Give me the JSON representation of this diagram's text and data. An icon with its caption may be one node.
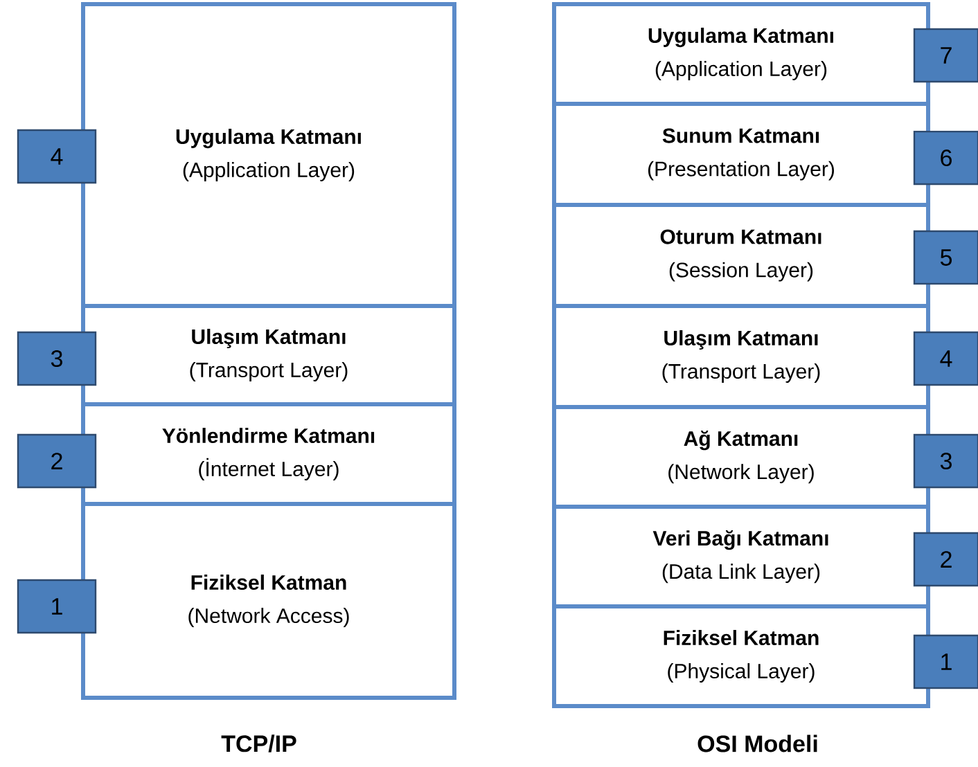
{
  "diagram": {
    "nodes": [
      {
        "text": [
          "Uygulama Katmanı",
          "(Application Layer)"
        ]
      },
      {
        "text": [
          "4"
        ]
      },
      {
        "text": [
          "Ulaşım Katmanı",
          "(Transport Layer)"
        ]
      },
      {
        "text": [
          "3"
        ]
      },
      {
        "text": [
          "Yönlendirme Katmanı",
          "(İnternet Layer)"
        ]
      },
      {
        "text": [
          "2"
        ]
      },
      {
        "text": [
          "Fiziksel Katman",
          "(Network Access)"
        ]
      },
      {
        "text": [
          "1"
        ]
      },
      {
        "text": [
          "Uygulama Katmanı",
          "(Application Layer)"
        ]
      },
      {
        "text": [
          "7"
        ]
      },
      {
        "text": [
          "Sunum Katmanı",
          "(Presentation Layer)"
        ]
      },
      {
        "text": [
          "6"
        ]
      },
      {
        "text": [
          "Oturum Katmanı",
          "(Session Layer)"
        ]
      },
      {
        "text": [
          "5"
        ]
      },
      {
        "text": [
          "Ulaşım Katmanı",
          "(Transport Layer)"
        ]
      },
      {
        "text": [
          "4"
        ]
      },
      {
        "text": [
          "Ağ Katmanı",
          "(Network Layer)"
        ]
      },
      {
        "text": [
          "3"
        ]
      },
      {
        "text": [
          "Veri Bağı Katmanı",
          "(Data Link Layer)"
        ]
      },
      {
        "text": [
          "2"
        ]
      },
      {
        "text": [
          "Fiziksel Katman",
          "(Physical Layer)"
        ]
      },
      {
        "text": [
          "1"
        ]
      }
    ],
    "labels": [
      "TCP/IP",
      "OSI Modeli"
    ]
  }
}
